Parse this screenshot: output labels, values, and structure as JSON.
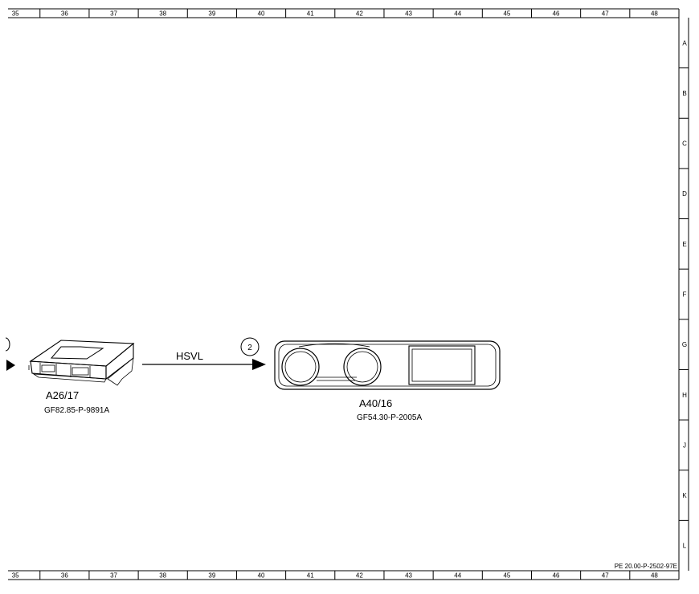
{
  "frame": {
    "columns": [
      "35",
      "36",
      "37",
      "38",
      "39",
      "40",
      "41",
      "42",
      "43",
      "44",
      "45",
      "46",
      "47",
      "48"
    ],
    "rows": [
      "A",
      "B",
      "C",
      "D",
      "E",
      "F",
      "G",
      "H",
      "J",
      "K",
      "L"
    ]
  },
  "components": {
    "left_module": {
      "id": "A26/17",
      "ref": "GF82.85-P-9891A"
    },
    "cluster": {
      "id": "A40/16",
      "ref": "GF54.30-P-2005A"
    }
  },
  "signal": {
    "label": "HSVL",
    "marker": "2"
  },
  "document_number": "PE 20.00-P-2502-97E"
}
